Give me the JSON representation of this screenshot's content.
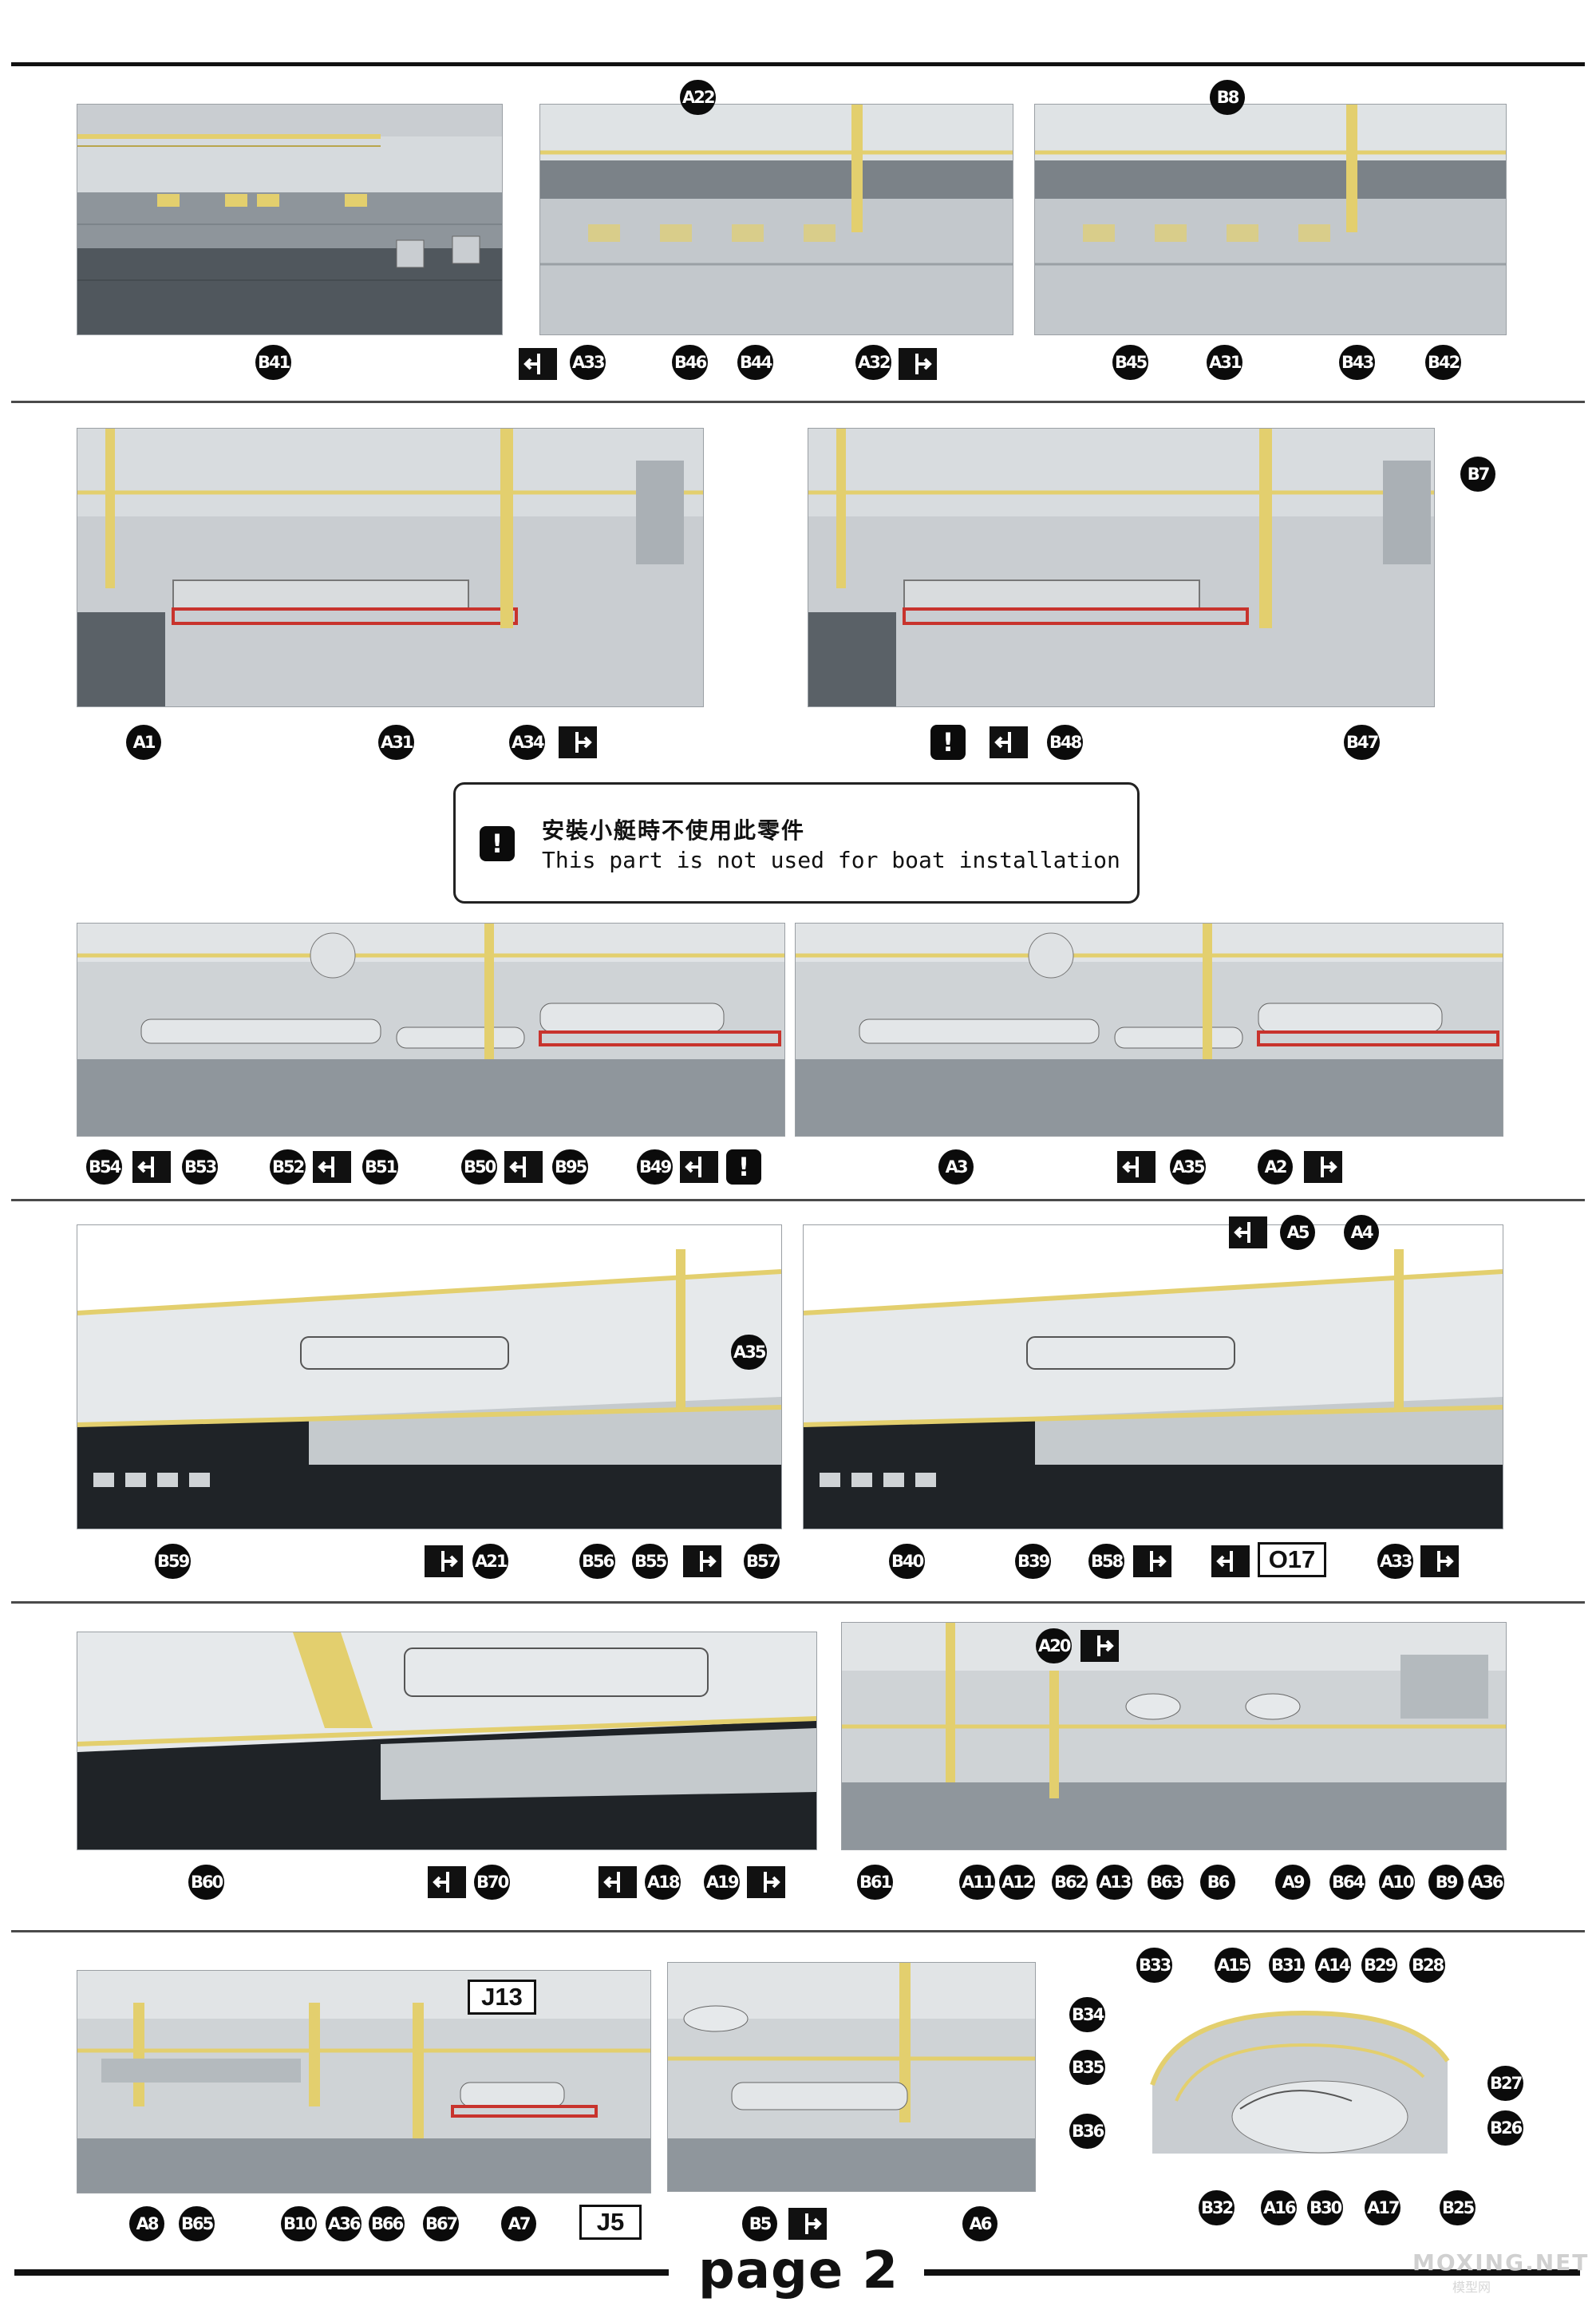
{
  "labels": {
    "b41": "B41",
    "a22": "A22",
    "a33a": "A33",
    "b46": "B46",
    "b44": "B44",
    "a32": "A32",
    "b8": "B8",
    "b45": "B45",
    "a31a": "A31",
    "b43": "B43",
    "b42": "B42",
    "a1": "A1",
    "a31b": "A31",
    "a34": "A34",
    "b7": "B7",
    "b48": "B48",
    "b47": "B47",
    "b54": "B54",
    "b53": "B53",
    "b52": "B52",
    "b51": "B51",
    "b50": "B50",
    "b95": "B95",
    "b49": "B49",
    "a3": "A3",
    "a35a": "A35",
    "a2": "A2",
    "a35b": "A35",
    "b59": "B59",
    "a21": "A21",
    "b56": "B56",
    "b55": "B55",
    "b57": "B57",
    "a5": "A5",
    "a4": "A4",
    "b40": "B40",
    "b39": "B39",
    "b58": "B58",
    "a33b": "A33",
    "b60": "B60",
    "b70": "B70",
    "a18": "A18",
    "a19": "A19",
    "a20": "A20",
    "b61": "B61",
    "a11": "A11",
    "a12": "A12",
    "b62": "B62",
    "a13": "A13",
    "b63": "B63",
    "b6": "B6",
    "a9": "A9",
    "b64": "B64",
    "a10": "A10",
    "b9": "B9",
    "a36a": "A36",
    "a8": "A8",
    "b65": "B65",
    "b10": "B10",
    "a36b": "A36",
    "b66": "B66",
    "b67": "B67",
    "a7": "A7",
    "b5": "B5",
    "a6": "A6",
    "b33": "B33",
    "a15": "A15",
    "b31": "B31",
    "a14": "A14",
    "b29": "B29",
    "b28": "B28",
    "b34": "B34",
    "b35": "B35",
    "b27": "B27",
    "b36": "B36",
    "b26": "B26",
    "b32": "B32",
    "a16": "A16",
    "b30": "B30",
    "a17": "A17",
    "b25": "B25"
  },
  "boxed": {
    "o17": "O17",
    "j13": "J13",
    "j5": "J5"
  },
  "warning_symbol": "!",
  "note": {
    "icon": "warning-icon",
    "zh": "安裝小艇時不使用此零件",
    "en": "This part is not used for boat installation"
  },
  "footer": {
    "title": "page 2",
    "watermark": "MOXING.NET",
    "watermark_sub": "模型网"
  },
  "colors": {
    "hull_light": "#c9cdd1",
    "hull_dark": "#1f2327",
    "deck": "#dfe3e5",
    "brass": "#e3cf6e",
    "red_rail": "#c8332d",
    "label_bg": "#0b0b0b"
  }
}
